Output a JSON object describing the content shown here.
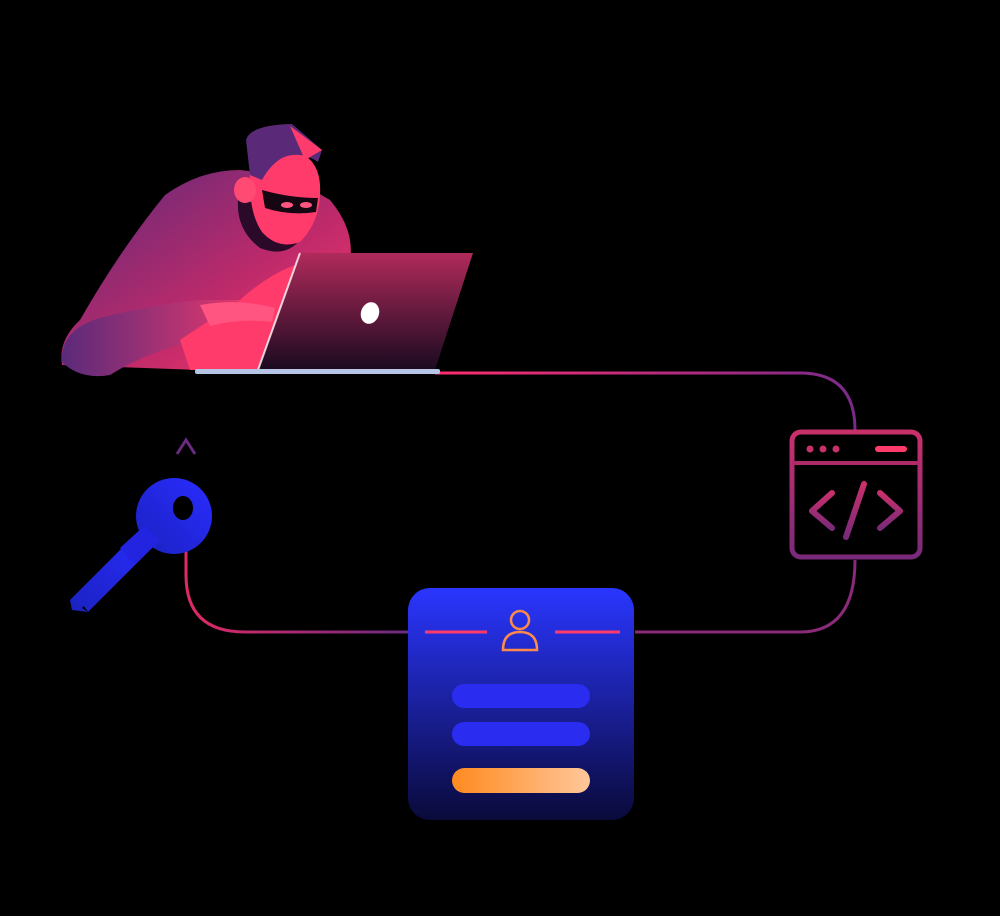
{
  "scene": {
    "background_color": "#000000",
    "flow_path_colors": [
      "#ff2d6f",
      "#7a2a8a"
    ],
    "hacker": {
      "icon": "hacker-with-laptop",
      "skin_color": "#ff3b6b",
      "hood_color": "#6a2a78"
    },
    "laptop": {
      "icon": "laptop-with-apple-logo"
    },
    "code_window": {
      "icon": "code-brackets-icon",
      "color": "#b0306a"
    },
    "login_form": {
      "user_icon": "user-icon",
      "fields": [
        {
          "kind": "input-field"
        },
        {
          "kind": "input-field"
        },
        {
          "kind": "submit-button",
          "color": "#ff8a1f"
        }
      ],
      "card_colors": [
        "#2836ff",
        "#0a0a3a"
      ]
    },
    "key": {
      "icon": "key-icon",
      "color": "#2a2cff"
    }
  }
}
